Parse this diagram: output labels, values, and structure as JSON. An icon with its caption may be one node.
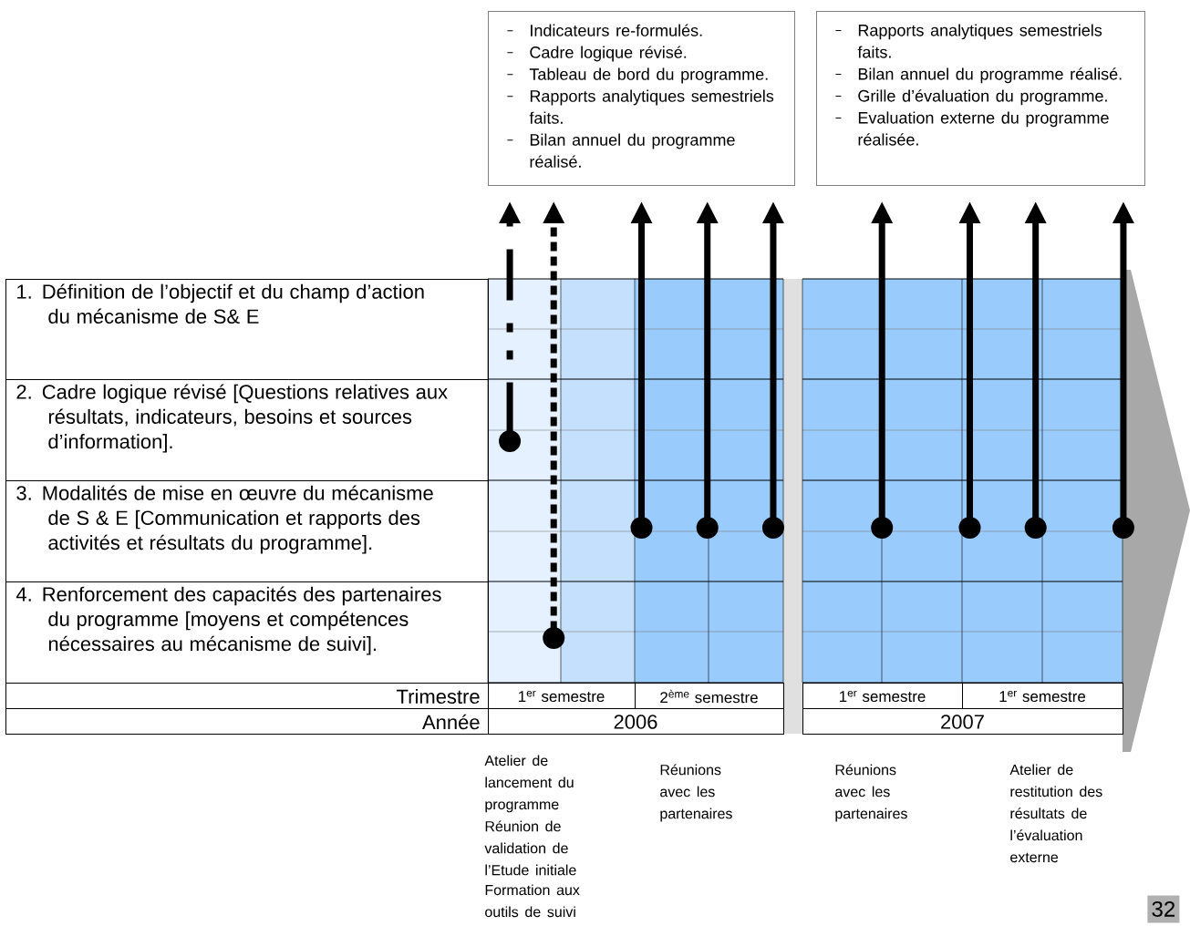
{
  "diagram": {
    "nodes": [
      {
        "text": [
          "Indicateurs re-formulés.",
          "Cadre logique révisé.",
          "Tableau de bord du programme.",
          "Rapports analytiques semestriels faits.",
          "Bilan annuel du programme réalisé."
        ]
      },
      {
        "text": [
          "Rapports analytiques  semestriels faits.",
          "Bilan annuel du programme réalisé.",
          "Grille d’évaluation du programme.",
          "Evaluation externe du programme réalisée."
        ]
      }
    ],
    "edges": [
      {
        "from": null,
        "to": 0,
        "arrow": "to",
        "style": "dashed"
      },
      {
        "from": null,
        "to": 0,
        "arrow": "to",
        "style": "dashed"
      },
      {
        "from": null,
        "to": 0,
        "arrow": "to"
      },
      {
        "from": null,
        "to": 0,
        "arrow": "to"
      },
      {
        "from": null,
        "to": 0,
        "arrow": "to"
      },
      {
        "from": null,
        "to": 1,
        "arrow": "to"
      },
      {
        "from": null,
        "to": 1,
        "arrow": "to"
      },
      {
        "from": null,
        "to": 1,
        "arrow": "to"
      },
      {
        "from": null,
        "to": 1,
        "arrow": "to"
      }
    ],
    "labels": [
      "1. Définition de l’objectif et du champ d’action du mécanisme de S& E",
      "2. Cadre logique révisé [Questions relatives aux résultats, indicateurs, besoins et sources d’information].",
      "3. Modalités de mise en œuvre du mécanisme de S & E [Communication et rapports des activités et résultats du programme].",
      "4. Renforcement des capacités des partenaires du programme [moyens et compétences nécessaires au mécanisme de suivi].",
      "Trimestre",
      "1$^{er}$ semestre",
      "2$^{ème}$ semestre",
      "1$^{er}$ semestre",
      "1$^{er}$ semestre",
      "Année",
      "2006",
      "2007",
      "Atelier de lancement du programme",
      "Réunion de validation de l’Etude initiale",
      "Formation aux outils de suivi",
      "Réunions avec les partenaires",
      "Réunions avec les partenaires",
      "Atelier de restitution des résultats de l’évaluation externe",
      "32"
    ]
  }
}
